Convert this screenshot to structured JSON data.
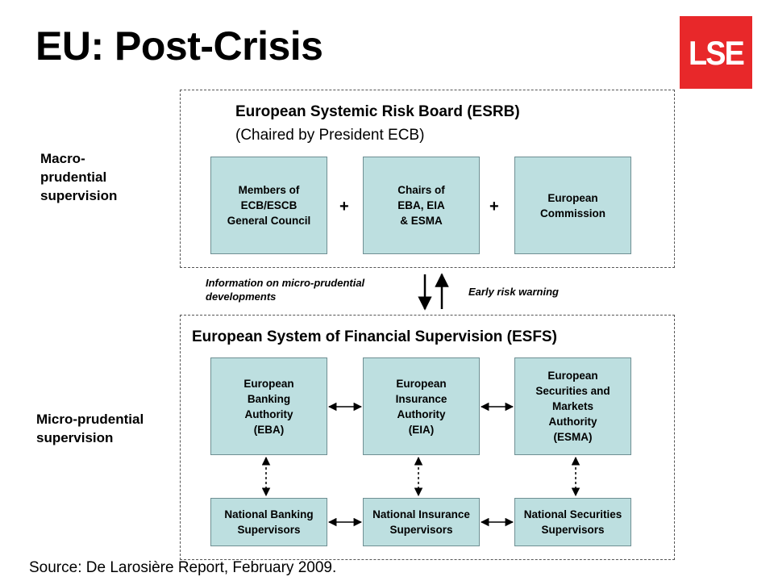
{
  "title": "EU: Post-Crisis",
  "logo": {
    "text": "LSE",
    "color": "#e8282a"
  },
  "macro_label": [
    "Macro-",
    "prudential",
    "supervision"
  ],
  "micro_label": [
    "Micro-prudential",
    "supervision"
  ],
  "esrb": {
    "title": "European Systemic Risk Board (ESRB)",
    "subtitle": "(Chaired by President ECB)",
    "boxes": [
      [
        "Members of",
        "ECB/ESCB",
        "General Council"
      ],
      [
        "Chairs of",
        "EBA, EIA",
        "& ESMA"
      ],
      [
        "European",
        "Commission"
      ]
    ],
    "plus": "+"
  },
  "flows": {
    "down_label": [
      "Information on micro-prudential",
      "developments"
    ],
    "up_label": "Early risk warning"
  },
  "esfs": {
    "title": "European System of Financial Supervision (ESFS)",
    "authorities": [
      [
        "European",
        "Banking",
        "Authority",
        "(EBA)"
      ],
      [
        "European",
        "Insurance",
        "Authority",
        "(EIA)"
      ],
      [
        "European",
        "Securities and",
        "Markets",
        "Authority",
        "(ESMA)"
      ]
    ],
    "national": [
      [
        "National Banking",
        "Supervisors"
      ],
      [
        "National Insurance",
        "Supervisors"
      ],
      [
        "National Securities",
        "Supervisors"
      ]
    ]
  },
  "source": "Source: De Larosière Report, February 2009.",
  "colors": {
    "box_fill": "#bddfe0",
    "box_border": "#6f8f93",
    "logo": "#e8282a"
  }
}
